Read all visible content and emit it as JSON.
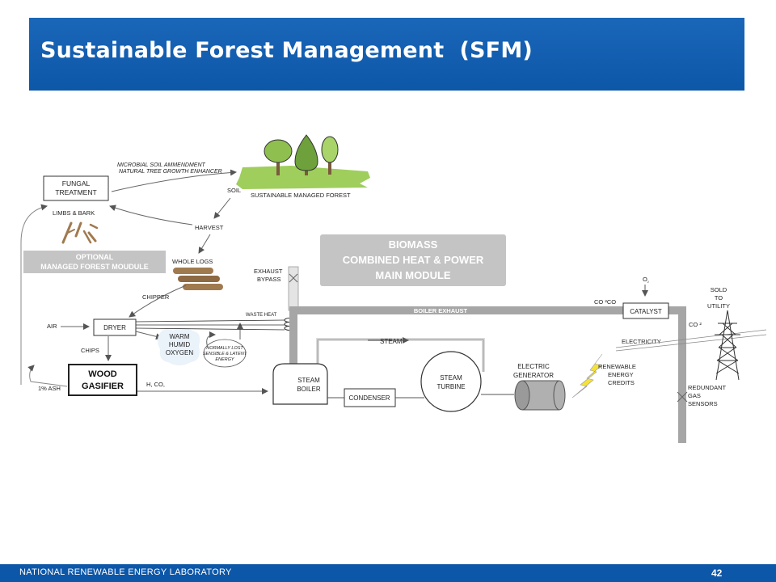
{
  "slide": {
    "title": "Sustainable Forest Management  (SFM)",
    "footer": "NATIONAL RENEWABLE ENERGY LABORATORY",
    "page_number": "42"
  },
  "diagram": {
    "microbial_line1": "MICROBIAL SOIL AMMENDMENT",
    "microbial_line2": "NATURAL TREE GROWTH ENHANCER",
    "fungal_line1": "FUNGAL",
    "fungal_line2": "TREATMENT",
    "forest": "SUSTAINABLE MANAGED FOREST",
    "soil": "SOIL",
    "limbs": "LIMBS & BARK",
    "harvest": "HARVEST",
    "optional_line1": "OPTIONAL",
    "optional_line2": "MANAGED FOREST MOUDULE",
    "whole_logs": "WHOLE LOGS",
    "biomass_line1": "BIOMASS",
    "biomass_line2": "COMBINED HEAT & POWER",
    "biomass_line3": "MAIN MODULE",
    "exhaust_line1": "EXHAUST",
    "exhaust_line2": "BYPASS",
    "chipper": "CHIPPER",
    "waste_heat": "WASTE HEAT",
    "boiler_exhaust": "BOILER EXHAUST",
    "air": "AIR",
    "dryer": "DRYER",
    "chips": "CHIPS",
    "warm_line1": "WARM",
    "warm_line2": "HUMID",
    "warm_line3": "OXYGEN",
    "lost_line1": "NORMALLY LOST",
    "lost_line2": "SENSIBLE & LATENT",
    "lost_line3": "ENERGY",
    "wood_line1": "WOOD",
    "wood_line2": "GASIFIER",
    "ash": "1% ASH",
    "gas": "H, CO,",
    "steam": "STEAM",
    "steam_boiler_line1": "STEAM",
    "steam_boiler_line2": "BOILER",
    "condenser": "CONDENSER",
    "steam_turbine_line1": "STEAM",
    "steam_turbine_line2": "TURBINE",
    "generator_line1": "ELECTRIC",
    "generator_line2": "GENERATOR",
    "co2co": "CO ²CO",
    "o2": "O",
    "o2_sub": "²",
    "catalyst": "CATALYST",
    "co2": "CO ²",
    "electricity": "ELECTRICITY",
    "rec_line1": "RENEWABLE",
    "rec_line2": "ENERGY",
    "rec_line3": "CREDITS",
    "sold_line1": "SOLD",
    "sold_line2": "TO",
    "sold_line3": "UTILITY",
    "redundant_line1": "REDUNDANT",
    "redundant_line2": "GAS",
    "redundant_line3": "SENSORS"
  },
  "colors": {
    "title_bar": "#0d57a8",
    "pipe_gray": "#a6a6a6",
    "module_gray": "#c4c4c4",
    "tree_green": "#8fbf4e",
    "log_brown": "#a07a4f",
    "lightning_yellow": "#f4e23a"
  }
}
